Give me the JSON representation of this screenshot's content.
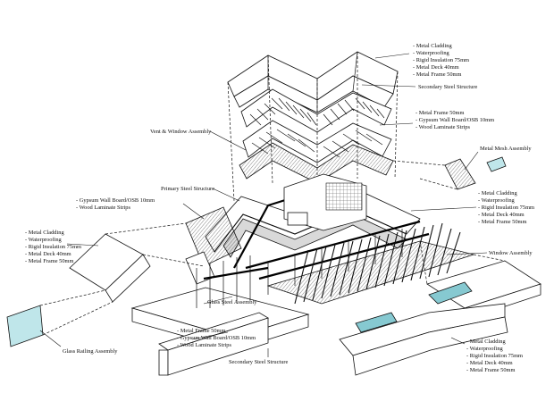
{
  "labels": {
    "roof_layers": [
      "- Metal Cladding",
      "- Waterproofing",
      "- Rigid Insulation 75mm",
      "- Metal Deck 40mm",
      "- Metal Frame 50mm"
    ],
    "secondary_steel_top": "Secondary Steel Structure",
    "ceiling_layers": [
      "- Metal Frame 50mm",
      "- Gypsum Wall Board/OSB 10mm",
      "- Wood Laminate Strips"
    ],
    "vent_window": "Vent & Window Assembly",
    "metal_mesh": "Metal Mesh Assembly",
    "primary_steel": "Primary Steel Structure",
    "left_wall_layers": [
      "- Gypsum Wall Board/OSB 10mm",
      "- Wood Laminate Strips"
    ],
    "right_roof_layers": [
      "- Metal Cladding",
      "- Waterproofing",
      "- Rigid Insulation 75mm",
      "- Metal Deck 40mm",
      "- Metal Frame 50mm"
    ],
    "left_roof_layers": [
      "- Metal Cladding",
      "- Waterproofing",
      "- Rigid Insulation 75mm",
      "- Metal Deck 40mm",
      "- Metal Frame 50mm"
    ],
    "window_assembly": "Window Assembly",
    "glass_steel": "Glass Steel Assembly",
    "floor_layers": [
      "- Metal Frame 50mm",
      "- Gypsum Wall Board/OSB 10mm",
      "- Wood Laminate Strips"
    ],
    "glass_railing": "Glass Railing Assembly",
    "secondary_steel_bottom": "Secondary Steel Structure",
    "bottom_right_layers": [
      "- Metal Cladding",
      "- Waterproofing",
      "- Rigid Insulation 75mm",
      "- Metal Deck 40mm",
      "- Metal Frame 50mm"
    ]
  }
}
